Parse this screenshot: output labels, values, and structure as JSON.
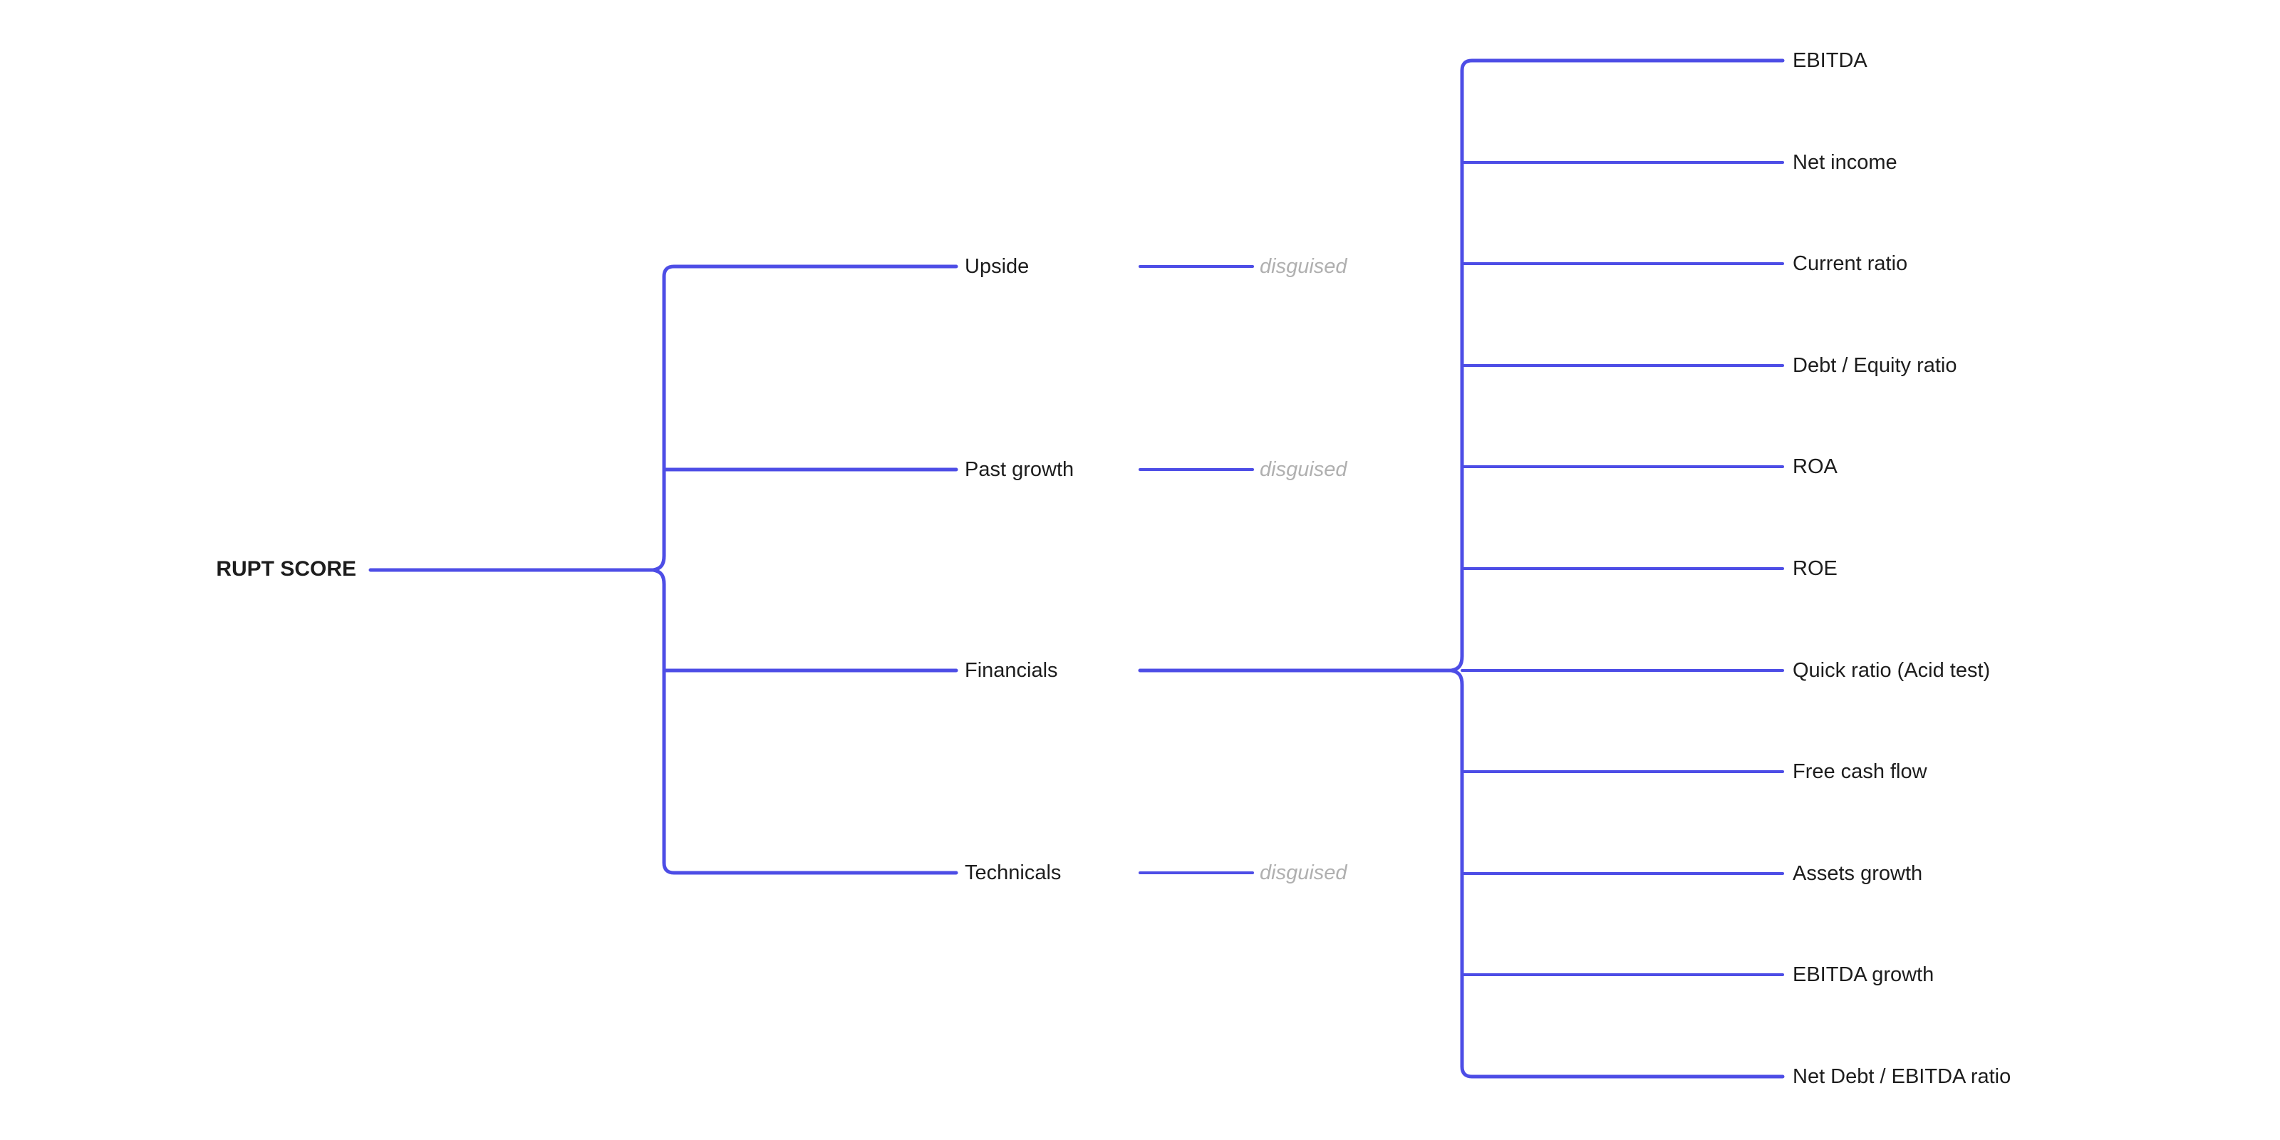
{
  "mindmap": {
    "root": {
      "label": "RUPT SCORE"
    },
    "branches": [
      {
        "label": "Upside",
        "child": "disguised"
      },
      {
        "label": "Past growth",
        "child": "disguised"
      },
      {
        "label": "Financials",
        "children": [
          "EBITDA",
          "Net income",
          "Current ratio",
          "Debt / Equity ratio",
          "ROA",
          "ROE",
          "Quick ratio (Acid test)",
          "Free cash flow",
          "Assets growth",
          "EBITDA growth",
          "Net Debt / EBITDA ratio"
        ]
      },
      {
        "label": "Technicals",
        "child": "disguised"
      }
    ],
    "colors": {
      "link": "#4d4de6",
      "text": "#1d1d1d",
      "muted_text": "#b0b0b0",
      "background": "#ffffff"
    }
  }
}
